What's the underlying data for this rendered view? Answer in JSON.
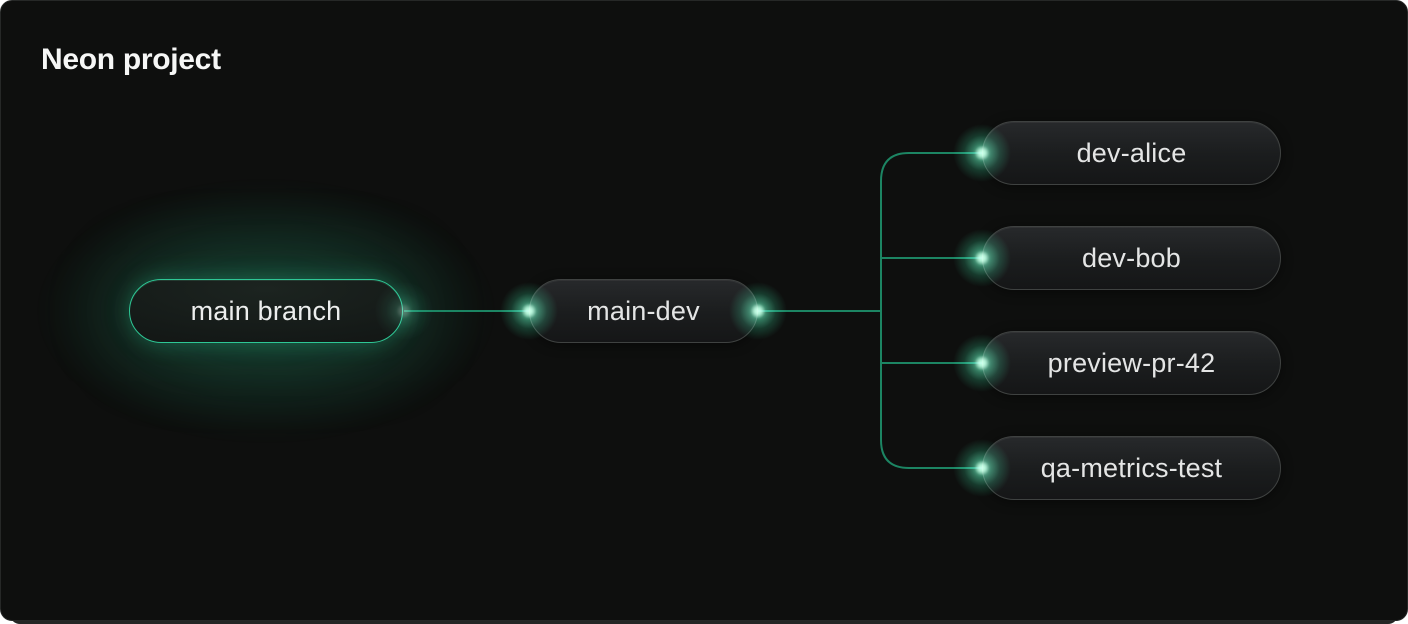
{
  "title": "Neon project",
  "tree": {
    "root": {
      "label": "main branch",
      "style": "highlighted-green"
    },
    "trunk": {
      "label": "main-dev",
      "style": "default"
    },
    "children": [
      {
        "label": "dev-alice"
      },
      {
        "label": "dev-bob"
      },
      {
        "label": "preview-pr-42"
      },
      {
        "label": "qa-metrics-test"
      }
    ],
    "edges": [
      [
        "main branch",
        "main-dev"
      ],
      [
        "main-dev",
        "dev-alice"
      ],
      [
        "main-dev",
        "dev-bob"
      ],
      [
        "main-dev",
        "preview-pr-42"
      ],
      [
        "main-dev",
        "qa-metrics-test"
      ]
    ]
  },
  "colors": {
    "card_background": "#0e0f0e",
    "card_border": "#262827",
    "connector_line": "#1c8563",
    "accent_green": "#2ec795",
    "glow_green": "#54e6b0",
    "node_fill_top": "#27292b",
    "node_fill_bottom": "#151617",
    "node_border": "#3f4241",
    "text_primary": "#f6f7f6",
    "text_node": "#e4e5e5"
  }
}
